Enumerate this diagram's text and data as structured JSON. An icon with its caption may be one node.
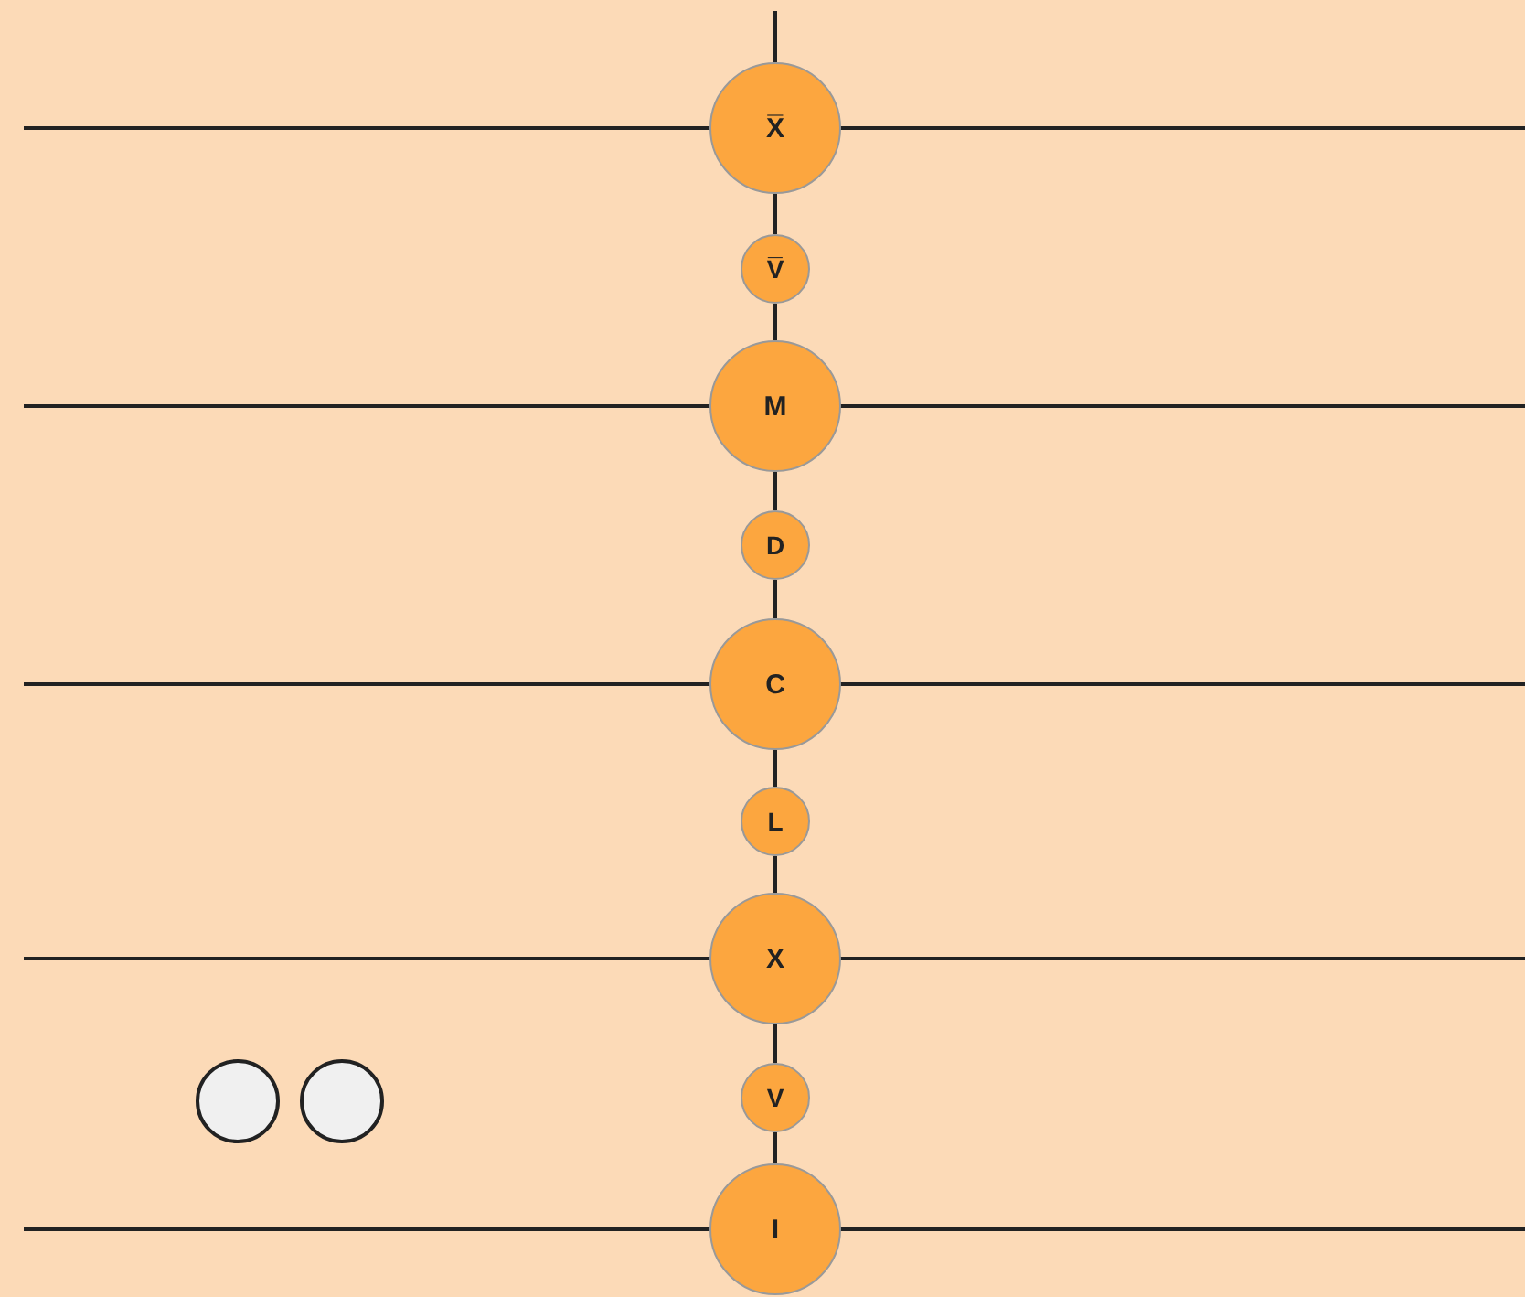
{
  "diagram": {
    "nodes": [
      {
        "text": [
          "X̅"
        ]
      },
      {
        "text": [
          "V̅"
        ]
      },
      {
        "text": [
          "M"
        ]
      },
      {
        "text": [
          "D"
        ]
      },
      {
        "text": [
          "C"
        ]
      },
      {
        "text": [
          "L"
        ]
      },
      {
        "text": [
          "X"
        ]
      },
      {
        "text": [
          "V"
        ]
      },
      {
        "text": [
          "I"
        ]
      },
      {
        "text": [],
        "shape": "circle"
      },
      {
        "text": [],
        "shape": "circle"
      }
    ],
    "edges": [
      {
        "from": null,
        "to": 0,
        "arrow": "none"
      },
      {
        "from": 0,
        "to": 1,
        "arrow": "none"
      },
      {
        "from": 1,
        "to": 2,
        "arrow": "none"
      },
      {
        "from": 2,
        "to": 3,
        "arrow": "none"
      },
      {
        "from": 3,
        "to": 4,
        "arrow": "none"
      },
      {
        "from": 4,
        "to": 5,
        "arrow": "none"
      },
      {
        "from": 5,
        "to": 6,
        "arrow": "none"
      },
      {
        "from": 6,
        "to": 7,
        "arrow": "none"
      },
      {
        "from": 7,
        "to": 8,
        "arrow": "none"
      }
    ]
  }
}
